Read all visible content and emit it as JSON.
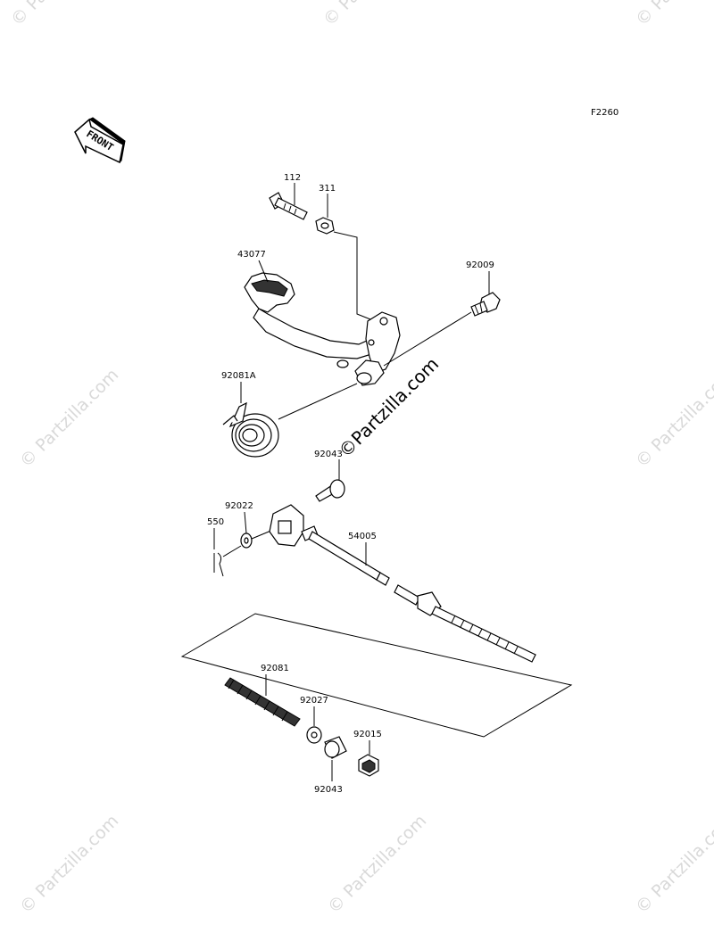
{
  "figure_code": "F2260",
  "front_arrow": {
    "label": "FRONT",
    "icon": "front-direction-arrow-icon"
  },
  "watermarks": {
    "center": "©Partzilla.com",
    "tile": "© Partzilla.com"
  },
  "parts": [
    {
      "id": "112",
      "label": "112"
    },
    {
      "id": "311",
      "label": "311"
    },
    {
      "id": "43077",
      "label": "43077"
    },
    {
      "id": "92009",
      "label": "92009"
    },
    {
      "id": "92081A",
      "label": "92081A"
    },
    {
      "id": "92043-upper",
      "label": "92043"
    },
    {
      "id": "92022",
      "label": "92022"
    },
    {
      "id": "550",
      "label": "550"
    },
    {
      "id": "54005",
      "label": "54005"
    },
    {
      "id": "92081",
      "label": "92081"
    },
    {
      "id": "92027",
      "label": "92027"
    },
    {
      "id": "92015",
      "label": "92015"
    },
    {
      "id": "92043-lower",
      "label": "92043"
    }
  ]
}
